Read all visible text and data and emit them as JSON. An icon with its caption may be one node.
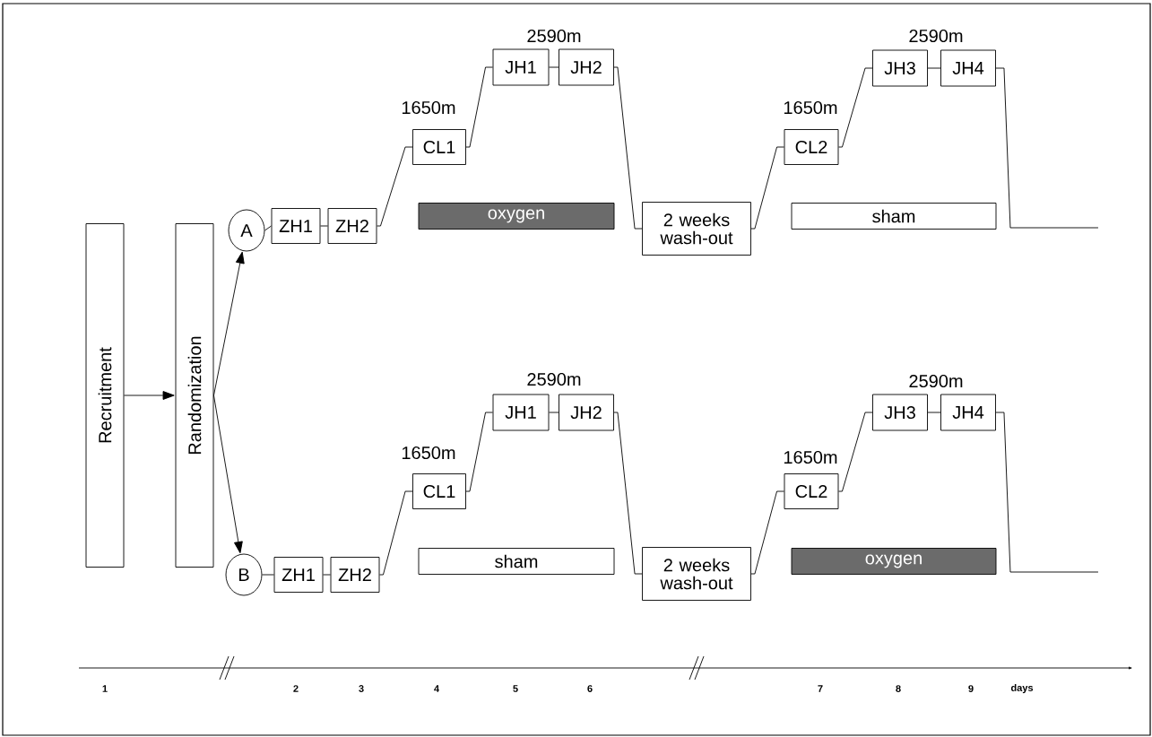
{
  "diagram": {
    "nodes": [
      {
        "text": [
          "Recruitment"
        ]
      },
      {
        "text": [
          "Randomization"
        ]
      },
      {
        "text": [
          "A"
        ]
      },
      {
        "text": [
          "ZH1"
        ]
      },
      {
        "text": [
          "ZH2"
        ]
      },
      {
        "text": [
          "CL1"
        ]
      },
      {
        "text": [
          "JH1"
        ]
      },
      {
        "text": [
          "JH2"
        ]
      },
      {
        "text": [
          "2 weeks wash-out"
        ]
      },
      {
        "text": [
          "CL2"
        ]
      },
      {
        "text": [
          "JH3"
        ]
      },
      {
        "text": [
          "JH4"
        ]
      },
      {
        "text": [
          "oxygen"
        ]
      },
      {
        "text": [
          "sham"
        ]
      },
      {
        "text": [
          "B"
        ]
      },
      {
        "text": [
          "ZH1"
        ]
      },
      {
        "text": [
          "ZH2"
        ]
      },
      {
        "text": [
          "CL1"
        ]
      },
      {
        "text": [
          "JH1"
        ]
      },
      {
        "text": [
          "JH2"
        ]
      },
      {
        "text": [
          "2 weeks wash-out"
        ]
      },
      {
        "text": [
          "CL2"
        ]
      },
      {
        "text": [
          "JH3"
        ]
      },
      {
        "text": [
          "JH4"
        ]
      },
      {
        "text": [
          "sham"
        ]
      },
      {
        "text": [
          "oxygen"
        ]
      }
    ],
    "edges": [
      {
        "from": 0,
        "to": 1,
        "arrow": "to"
      },
      {
        "from": 1,
        "to": 2,
        "arrow": "to"
      },
      {
        "from": 1,
        "to": 14,
        "arrow": "to"
      },
      {
        "from": 2,
        "to": 3,
        "arrow": "none"
      },
      {
        "from": 3,
        "to": 4,
        "arrow": "none"
      },
      {
        "from": 4,
        "to": 5,
        "arrow": "none"
      },
      {
        "from": 5,
        "to": 6,
        "arrow": "none"
      },
      {
        "from": 6,
        "to": 7,
        "arrow": "none"
      },
      {
        "from": 7,
        "to": 8,
        "arrow": "none"
      },
      {
        "from": 8,
        "to": 9,
        "arrow": "none"
      },
      {
        "from": 9,
        "to": 10,
        "arrow": "none"
      },
      {
        "from": 10,
        "to": 11,
        "arrow": "none"
      },
      {
        "from": 11,
        "to": null,
        "arrow": "none"
      },
      {
        "from": 14,
        "to": 15,
        "arrow": "none"
      },
      {
        "from": 15,
        "to": 16,
        "arrow": "none"
      },
      {
        "from": 16,
        "to": 17,
        "arrow": "none"
      },
      {
        "from": 17,
        "to": 18,
        "arrow": "none"
      },
      {
        "from": 18,
        "to": 19,
        "arrow": "none"
      },
      {
        "from": 19,
        "to": 20,
        "arrow": "none"
      },
      {
        "from": 20,
        "to": 21,
        "arrow": "none"
      },
      {
        "from": 21,
        "to": 22,
        "arrow": "none"
      },
      {
        "from": 22,
        "to": 23,
        "arrow": "none"
      },
      {
        "from": 23,
        "to": null,
        "arrow": "none"
      }
    ],
    "labels": [
      "2590m",
      "2590m",
      "1650m",
      "1650m",
      "2590m",
      "2590m",
      "1650m",
      "1650m",
      "1",
      "2",
      "3",
      "4",
      "5",
      "6",
      "7",
      "8",
      "9",
      "days"
    ]
  }
}
